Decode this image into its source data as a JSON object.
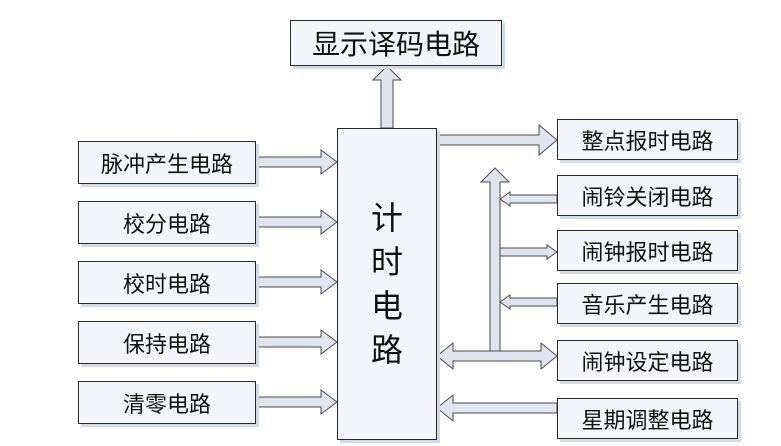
{
  "display_circuit": "显示译码电路",
  "core_circuit": [
    "计",
    "时",
    "电",
    "路"
  ],
  "left_inputs": [
    "脉冲产生电路",
    "校分电路",
    "校时电路",
    "保持电路",
    "清零电路"
  ],
  "right_blocks": [
    "整点报时电路",
    "闹铃关闭电路",
    "闹钟报时电路",
    "音乐产生电路",
    "闹钟设定电路",
    "星期调整电路"
  ],
  "colors": {
    "box_fill": "#f3f5fb",
    "arrow_fill": "#dfe4ee",
    "stroke": "#4a4a4a"
  }
}
